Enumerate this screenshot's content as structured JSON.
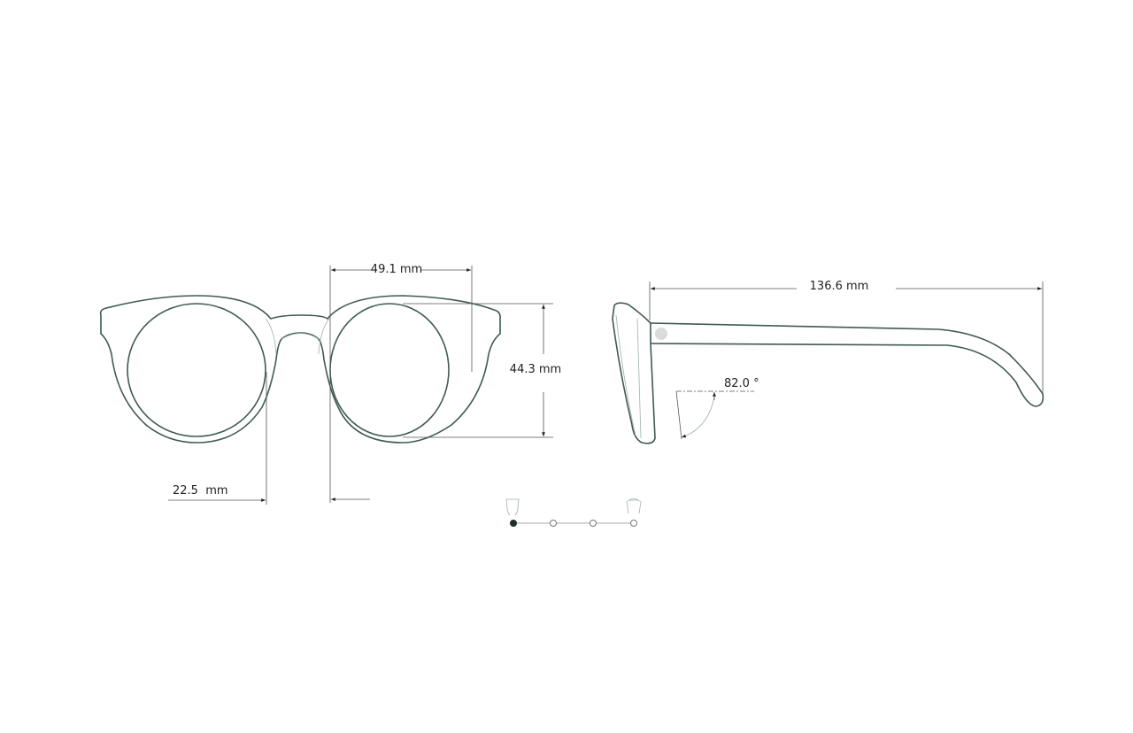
{
  "front_view": {
    "lens_width": "49.1 mm",
    "lens_height": "44.3 mm",
    "bridge_width": "22.5  mm"
  },
  "side_view": {
    "temple_length": "136.6 mm",
    "pantoscopic_angle": "82.0 °"
  },
  "view_slider": {
    "steps": 4,
    "selected_step": 1,
    "left_icon": "glasses-front-icon",
    "right_icon": "glasses-angled-icon"
  },
  "colors": {
    "frame_line": "#3f5a54",
    "selected_dot": "#1e2e2a"
  }
}
